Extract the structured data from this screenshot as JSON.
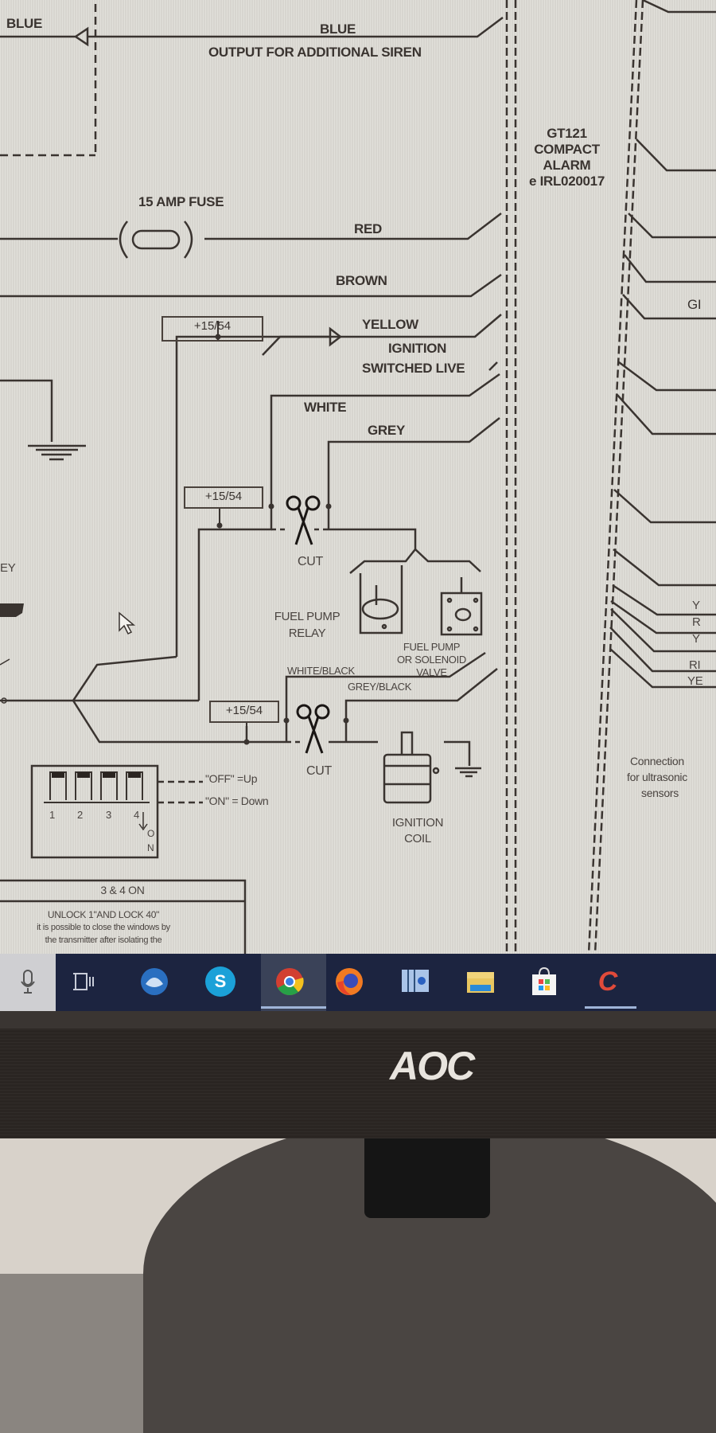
{
  "diagram": {
    "title_block": {
      "model": "GT121",
      "line2": "COMPACT",
      "line3": "ALARM",
      "code": "e IRL020017"
    },
    "wires": {
      "blue_left": "BLUE",
      "blue": "BLUE",
      "siren_output": "OUTPUT FOR ADDITIONAL SIREN",
      "fuse": "15 AMP FUSE",
      "red": "RED",
      "brown": "BROWN",
      "yellow": "YELLOW",
      "ignition_line1": "IGNITION",
      "ignition_line2": "SWITCHED LIVE",
      "white": "WHITE",
      "grey": "GREY",
      "white_black": "WHITE/BLACK",
      "grey_black": "GREY/BLACK"
    },
    "terminals": [
      "+15/54",
      "+15/54",
      "+15/54"
    ],
    "cut_labels": [
      "CUT",
      "CUT"
    ],
    "components": {
      "relay_line1": "FUEL PUMP",
      "relay_line2": "RELAY",
      "valve_line1": "FUEL PUMP",
      "valve_line2": "OR SOLENOID",
      "valve_line3": "VALVE",
      "coil_line1": "IGNITION",
      "coil_line2": "COIL"
    },
    "left_edge": {
      "grey_partial": "EY"
    },
    "right_edge": {
      "labels": [
        "GI",
        "Y",
        "R",
        "Y",
        "RI",
        "YE"
      ],
      "connection_line1": "Connection",
      "connection_line2": "for ultrasonic",
      "connection_line3": "sensors"
    },
    "dip_switch": {
      "numbers": [
        "1",
        "2",
        "3",
        "4"
      ],
      "on_letters": [
        "O",
        "N"
      ],
      "off_legend": "\"OFF\" =Up",
      "on_legend": "\"ON\" = Down"
    },
    "option_table": {
      "header": "3 & 4 ON",
      "title": "UNLOCK 1\"AND LOCK 40\"",
      "line1": "it is possible to close the windows by",
      "line2": "the transmitter after isolating the"
    }
  },
  "taskbar": {
    "items": [
      {
        "name": "microphone",
        "icon": "microphone-icon"
      },
      {
        "name": "task-view",
        "icon": "task-view-icon"
      },
      {
        "name": "thunderbird",
        "icon": "thunderbird-icon"
      },
      {
        "name": "skype",
        "icon": "skype-icon",
        "glyph": "S"
      },
      {
        "name": "chrome",
        "icon": "chrome-icon"
      },
      {
        "name": "firefox",
        "icon": "firefox-icon"
      },
      {
        "name": "control-panel",
        "icon": "control-panel-icon"
      },
      {
        "name": "file-explorer",
        "icon": "folder-icon"
      },
      {
        "name": "store",
        "icon": "store-icon"
      },
      {
        "name": "ccleaner",
        "icon": "ccleaner-icon",
        "glyph": "C"
      }
    ],
    "active": "chrome"
  },
  "monitor": {
    "brand": "AOC"
  },
  "colors": {
    "screen_bg": "#dedcd6",
    "line": "#3a3430",
    "taskbar": "#1c2440",
    "bezel": "#2a2522"
  }
}
